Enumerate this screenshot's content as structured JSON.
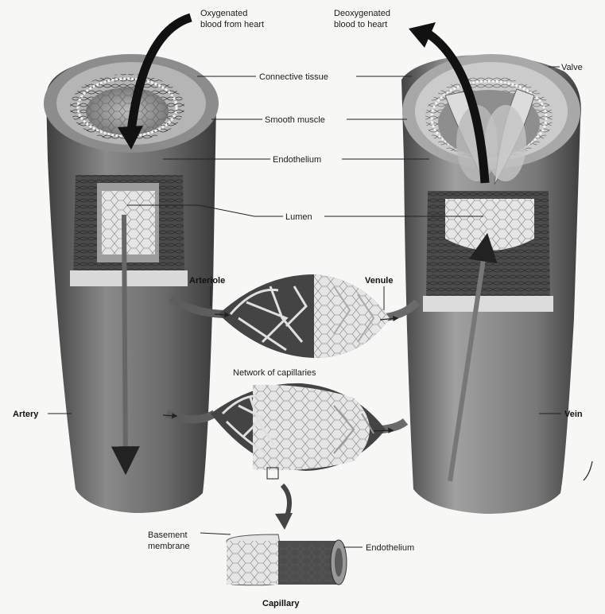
{
  "labels": {
    "oxygenated_line1": "Oxygenated",
    "oxygenated_line2": "blood from heart",
    "deoxygenated_line1": "Deoxygenated",
    "deoxygenated_line2": "blood to heart",
    "connective_tissue": "Connective tissue",
    "valve": "Valve",
    "smooth_muscle": "Smooth muscle",
    "endothelium": "Endothelium",
    "lumen": "Lumen",
    "arteriole": "Arteriole",
    "venule": "Venule",
    "network_of_capillaries": "Network of capillaries",
    "artery": "Artery",
    "vein": "Vein",
    "basement_line1": "Basement",
    "basement_line2": "membrane",
    "capillary_endothelium": "Endothelium",
    "capillary": "Capillary"
  }
}
